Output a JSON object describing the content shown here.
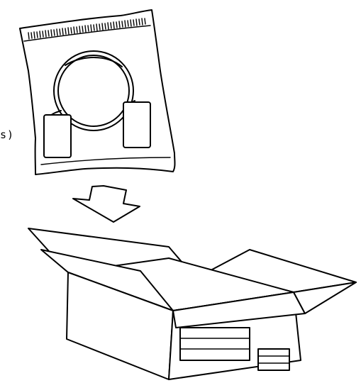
{
  "labels": {
    "clipped_text": "s)"
  },
  "colors": {
    "line": "#000000",
    "background": "#ffffff"
  },
  "figures": [
    {
      "name": "bag-with-cable",
      "icon": "cable-in-bag-icon"
    },
    {
      "name": "down-arrow",
      "icon": "down-arrow-icon"
    },
    {
      "name": "open-cardboard-box",
      "icon": "open-box-icon"
    }
  ]
}
